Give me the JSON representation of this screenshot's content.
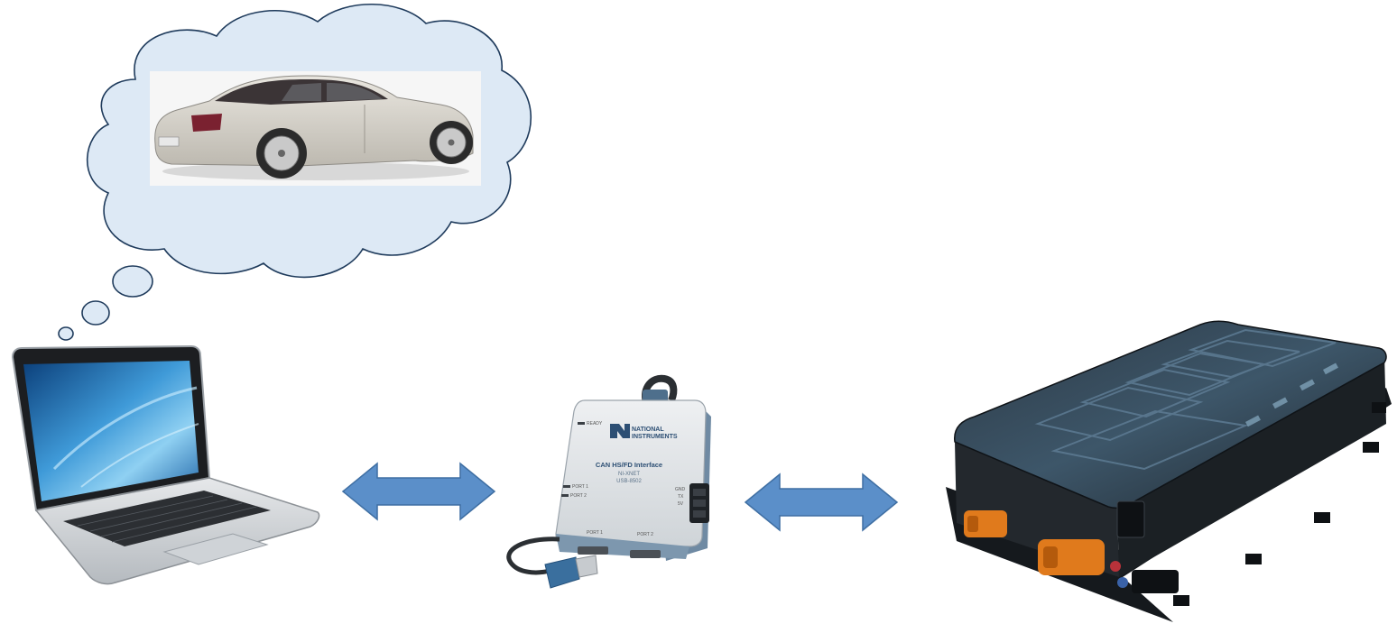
{
  "colors": {
    "cloud_fill": "#dde9f5",
    "cloud_stroke": "#1f3b5c",
    "arrow_fill": "#5b8fc9",
    "arrow_stroke": "#3f6fa3",
    "battery_body": "#2a2f34",
    "connector_orange": "#e07a1c"
  },
  "thought_bubble": {
    "image": "car-photo"
  },
  "devices": {
    "laptop": {
      "icon": "laptop-icon"
    },
    "interface": {
      "icon": "can-interface-icon",
      "brand_line1": "NATIONAL",
      "brand_line2": "INSTRUMENTS",
      "title": "CAN HS/FD Interface",
      "subtitle1": "NI-XNET",
      "subtitle2": "USB-8502",
      "label_ready": "READY",
      "label_port1": "PORT 1",
      "label_port2": "PORT 2",
      "bottom_port1": "PORT 1",
      "bottom_port2": "PORT 2",
      "side_gnd": "GND",
      "side_tx": "TX",
      "side_v": "5V"
    },
    "battery": {
      "icon": "battery-pack-icon"
    }
  },
  "arrows": [
    {
      "name": "laptop-interface-arrow",
      "direction": "bidirectional"
    },
    {
      "name": "interface-battery-arrow",
      "direction": "bidirectional"
    }
  ]
}
